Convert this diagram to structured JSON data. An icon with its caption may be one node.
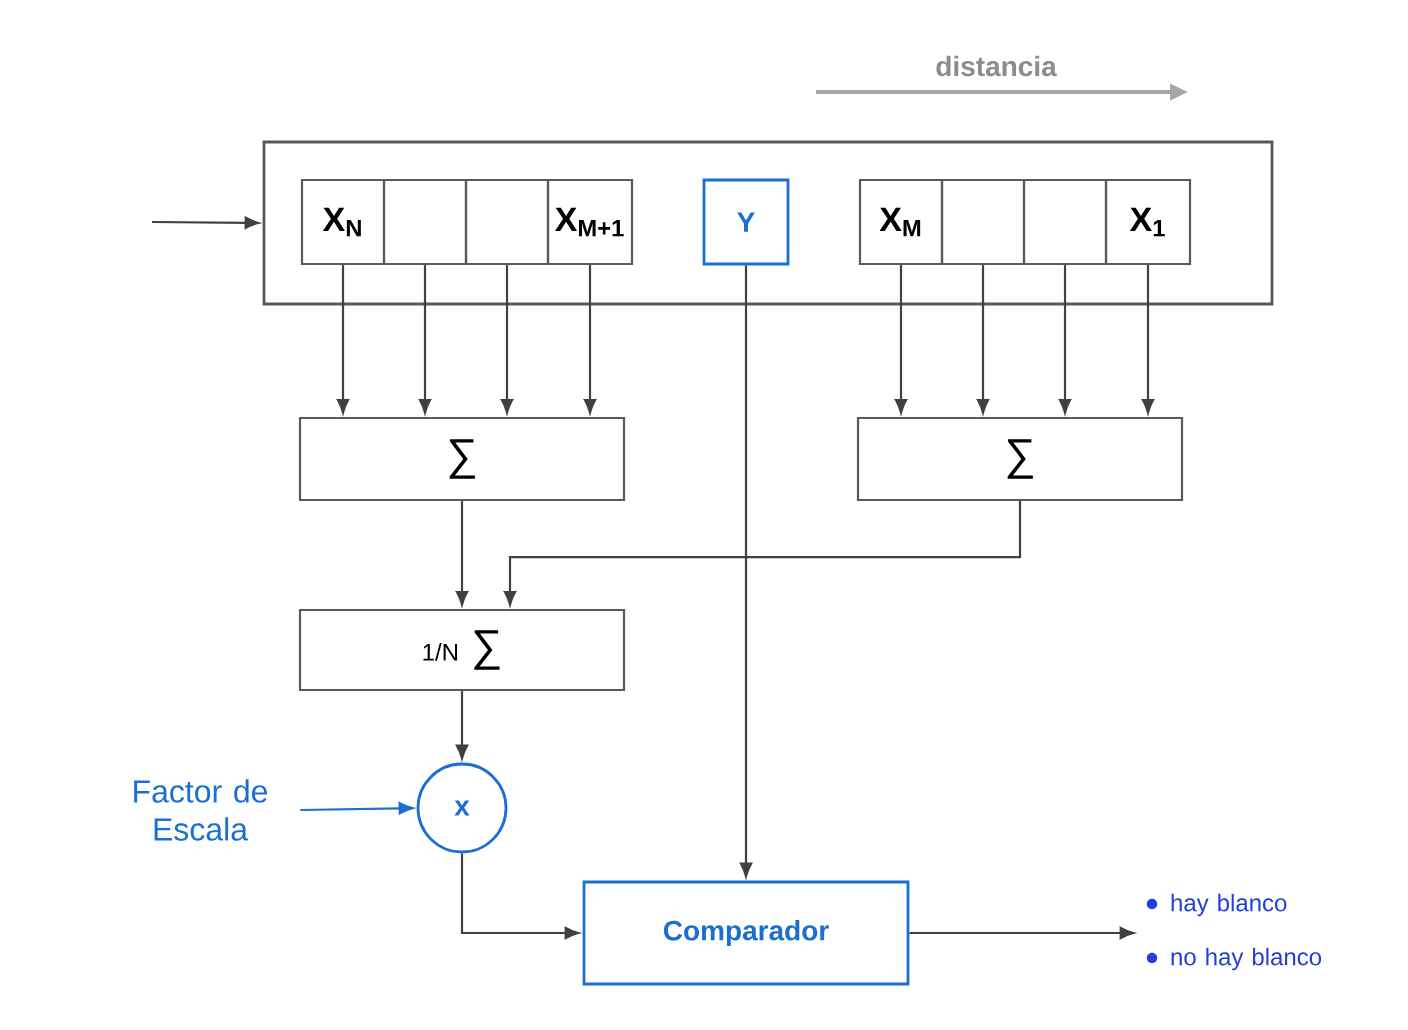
{
  "diagram": {
    "nodes": [
      {
        "text": [],
        "shape": "box"
      },
      {
        "text": [
          "X$_{N}$"
        ],
        "in": 0
      },
      {
        "text": [],
        "shape": "box",
        "in": 0
      },
      {
        "text": [],
        "shape": "box",
        "in": 0
      },
      {
        "text": [
          "X$_{M+1}$"
        ],
        "in": 0
      },
      {
        "text": [
          "Y"
        ],
        "in": 0
      },
      {
        "text": [
          "X$_{M}$"
        ],
        "in": 0
      },
      {
        "text": [],
        "shape": "box",
        "in": 0
      },
      {
        "text": [],
        "shape": "box",
        "in": 0
      },
      {
        "text": [
          "X$_{1}$"
        ],
        "in": 0
      },
      {
        "text": [
          "∑"
        ]
      },
      {
        "text": [
          "∑"
        ]
      },
      {
        "text": [
          "1/N",
          "∑"
        ]
      },
      {
        "text": [
          "x"
        ]
      },
      {
        "text": [
          "Factor de Escala"
        ]
      },
      {
        "text": [
          "Comparador"
        ]
      },
      {
        "text": [
          "hay blanco",
          "no hay blanco"
        ]
      }
    ],
    "edges": [
      {
        "from": null,
        "to": 0,
        "arrow": "to"
      },
      {
        "from": 1,
        "to": 10,
        "arrow": "to"
      },
      {
        "from": 2,
        "to": 10,
        "arrow": "to"
      },
      {
        "from": 3,
        "to": 10,
        "arrow": "to"
      },
      {
        "from": 4,
        "to": 10,
        "arrow": "to"
      },
      {
        "from": 6,
        "to": 11,
        "arrow": "to"
      },
      {
        "from": 7,
        "to": 11,
        "arrow": "to"
      },
      {
        "from": 8,
        "to": 11,
        "arrow": "to"
      },
      {
        "from": 9,
        "to": 11,
        "arrow": "to"
      },
      {
        "from": 10,
        "to": 12,
        "arrow": "to"
      },
      {
        "from": 11,
        "to": 12,
        "arrow": "to"
      },
      {
        "from": 5,
        "to": 15,
        "arrow": "to"
      },
      {
        "from": 12,
        "to": 13,
        "arrow": "to"
      },
      {
        "from": 14,
        "to": 13,
        "arrow": "to",
        "color": "#1a6fd0"
      },
      {
        "from": 13,
        "to": 15,
        "arrow": "to"
      },
      {
        "from": 15,
        "to": 16,
        "arrow": "to"
      }
    ],
    "labels": [
      "distancia"
    ]
  }
}
